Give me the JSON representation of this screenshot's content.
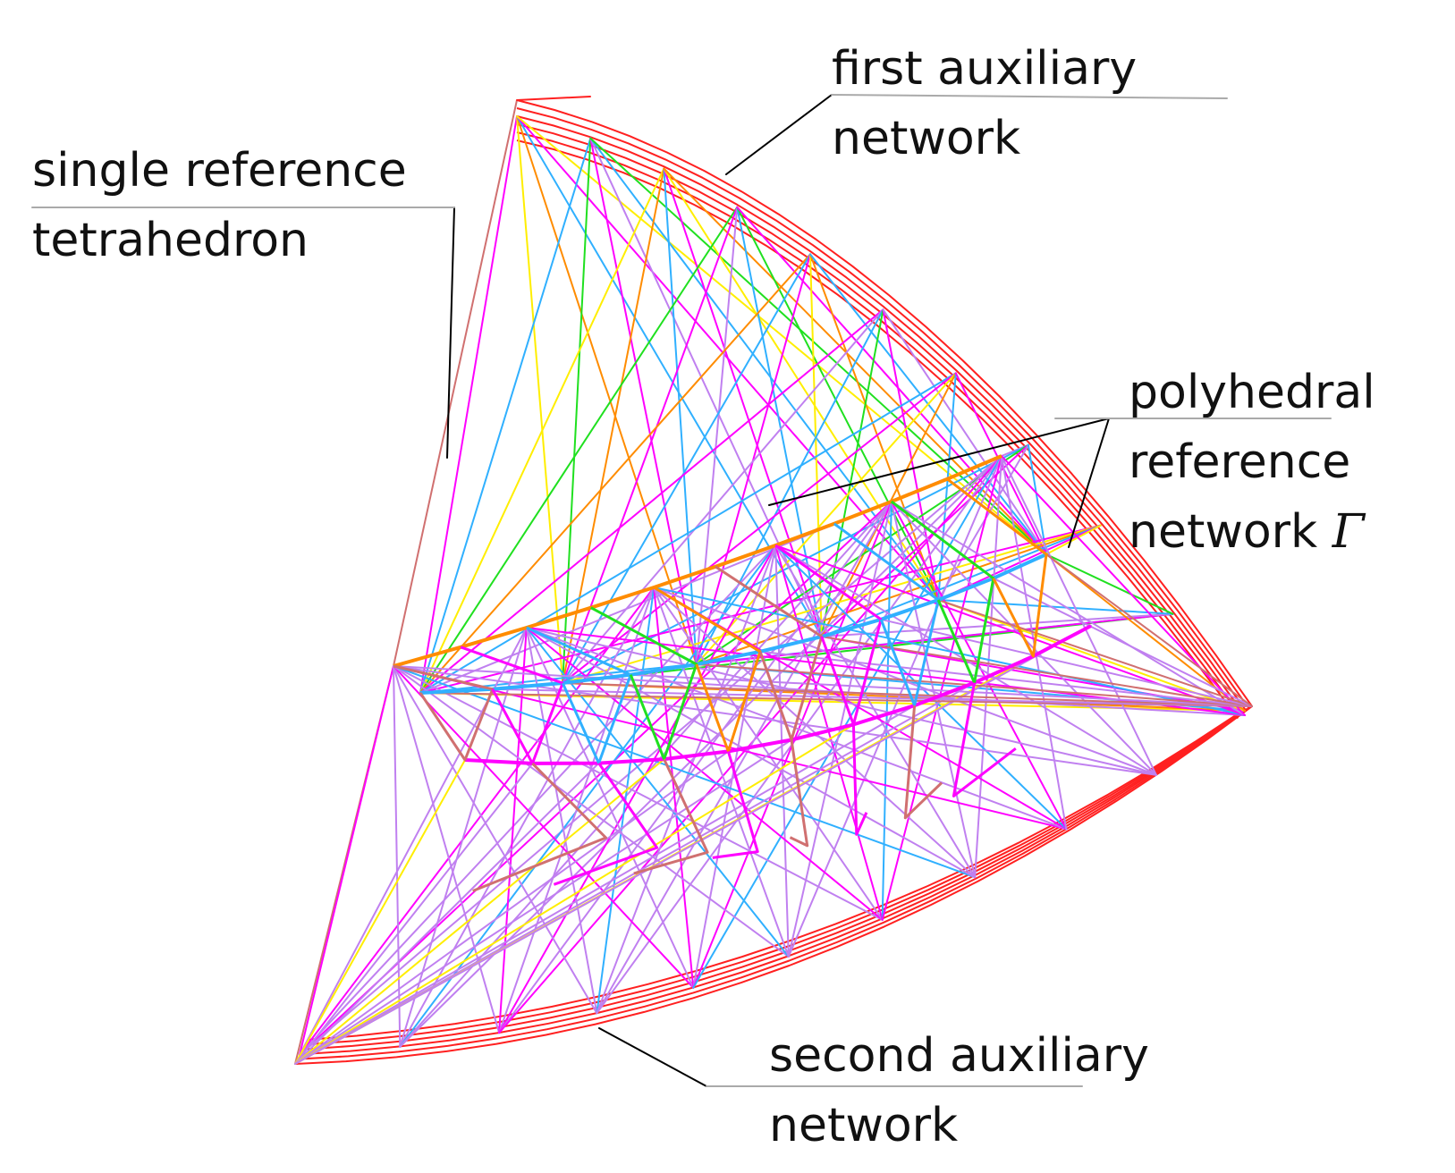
{
  "labels": {
    "single_reference": {
      "line1": "single reference",
      "line2": "tetrahedron"
    },
    "first_auxiliary": {
      "line1": "first auxiliary",
      "line2": "network"
    },
    "polyhedral": {
      "line1": "polyhedral",
      "line2": "reference",
      "line3": "network",
      "symbol": "Γ"
    },
    "second_auxiliary": {
      "line1": "second auxiliary",
      "line2": "network"
    }
  },
  "colors": {
    "red": "#ff2020",
    "orange": "#ff8c00",
    "yellow": "#ffee00",
    "magenta": "#ff00ff",
    "violet": "#c080f0",
    "cyan": "#30b0ff",
    "green": "#20e020",
    "brown": "#d07070",
    "leader": "#000000",
    "underline": "#aaaaaa"
  }
}
